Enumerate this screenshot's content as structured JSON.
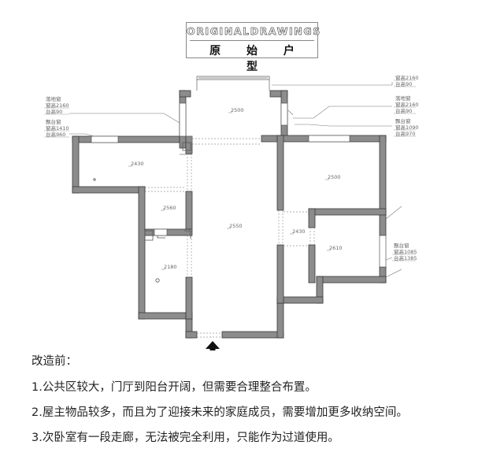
{
  "title": {
    "english": "ORIGINALDRAWINGS",
    "chinese": "原 始 户 型"
  },
  "rooms": {
    "balcony_dim": "2500",
    "bedroom_left_dim": "2430",
    "corridor_dim": "2560",
    "living_dim": "2550",
    "bath_dim": "2180",
    "bedroom_right_top_dim": "2500",
    "hall_right_dim": "2430",
    "bedroom_right_bottom_dim": "2610"
  },
  "window_notes": {
    "top_right": {
      "l1": "窗高2160",
      "l2": "台高90"
    },
    "right_1": {
      "title": "落地窗",
      "l1": "窗高2160",
      "l2": "台高90"
    },
    "right_2": {
      "title": "飘台窗",
      "l1": "窗高1090",
      "l2": "台高970"
    },
    "left_1": {
      "title": "落地窗",
      "l1": "窗高2160",
      "l2": "台高90"
    },
    "left_2": {
      "title": "飘台窗",
      "l1": "窗高1410",
      "l2": "台高960"
    },
    "right_3": {
      "title": "飘台窗",
      "l1": "窗高1085",
      "l2": "台高1385"
    }
  },
  "notes": {
    "heading": "改造前：",
    "items": [
      "1.公共区较大，门厅到阳台开阔，但需要合理整合布置。",
      "2.屋主物品较多，而且为了迎接未来的家庭成员，需要增加更多收纳空间。",
      "3.次卧室有一段走廊，无法被完全利用，只能作为过道使用。"
    ]
  },
  "colors": {
    "wall": "#8c8c8c",
    "wall_stroke": "#3a3a3a",
    "text": "#222222"
  },
  "icons": {
    "entrance": "entrance-arrow-icon"
  }
}
